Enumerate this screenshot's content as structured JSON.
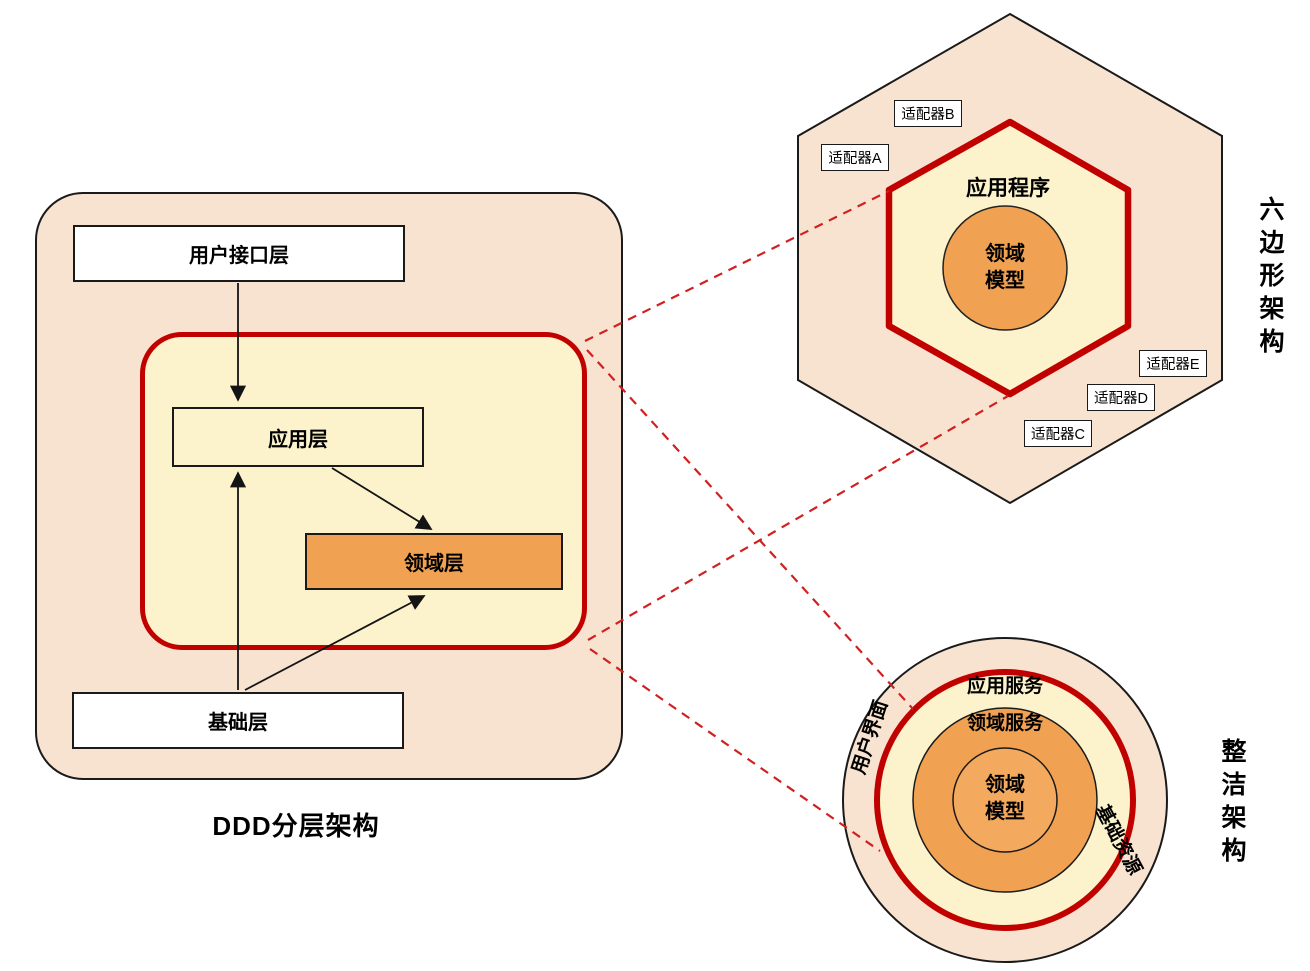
{
  "colors": {
    "peach_bg": "#F8E3D0",
    "yellow_core": "#FCF2CB",
    "orange": "#F0A151",
    "red_boundary": "#C10000",
    "dashed_connector_red": "#D02020",
    "outline_black": "#1a1a1a"
  },
  "ddd": {
    "title": "DDD分层架构",
    "layers": {
      "ui": "用户接口层",
      "app": "应用层",
      "domain": "领域层",
      "infra": "基础层"
    }
  },
  "hexagonal": {
    "title": "六边形架构",
    "application": "应用程序",
    "domain_model": "领域模型",
    "adapters": {
      "a": "适配器A",
      "b": "适配器B",
      "c": "适配器C",
      "d": "适配器D",
      "e": "适配器E"
    }
  },
  "clean": {
    "title": "整洁架构",
    "rings": {
      "app_service": "应用服务",
      "domain_service": "领域服务",
      "domain_model": "领域模型"
    },
    "outer_labels": {
      "user_interface": "用户界面",
      "infrastructure": "基础资源"
    }
  }
}
